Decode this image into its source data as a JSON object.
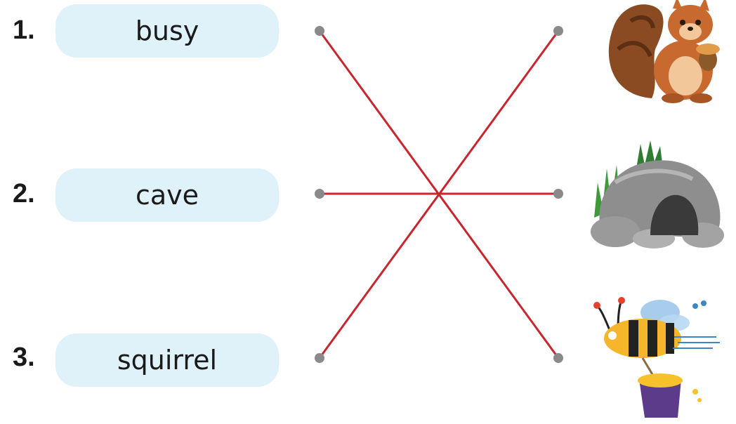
{
  "items": [
    {
      "number": "1.",
      "word": "busy"
    },
    {
      "number": "2.",
      "word": "cave"
    },
    {
      "number": "3.",
      "word": "squirrel"
    }
  ],
  "pictures": [
    "squirrel",
    "cave",
    "bee"
  ],
  "matches": [
    {
      "word": "busy",
      "picture": "bee"
    },
    {
      "word": "cave",
      "picture": "cave"
    },
    {
      "word": "squirrel",
      "picture": "squirrel"
    }
  ],
  "colors": {
    "line": "#c8252d",
    "dot": "#8a8a8a",
    "word_box": "#dff1f9"
  }
}
